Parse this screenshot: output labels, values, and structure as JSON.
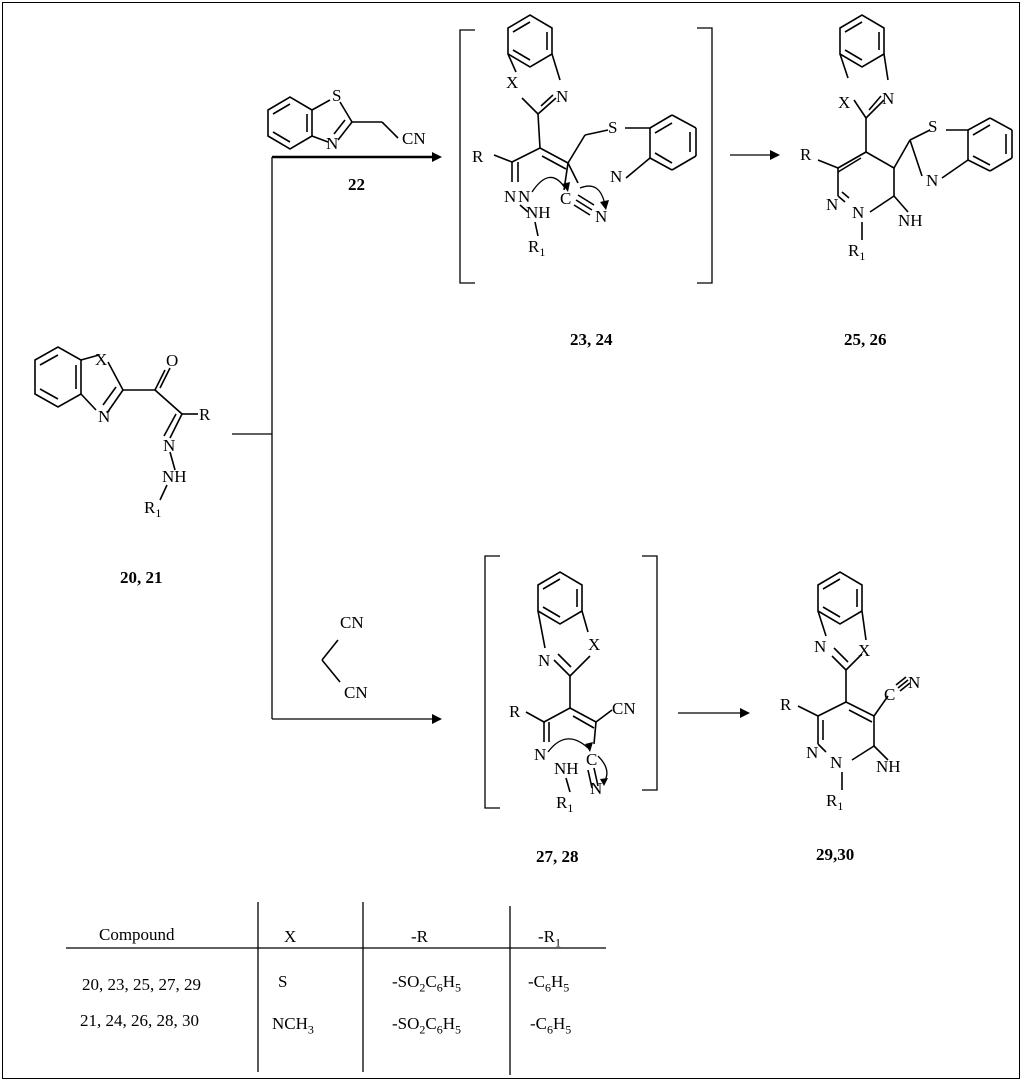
{
  "compounds": {
    "start": "20, 21",
    "reagent_22": "22",
    "intermediate_top": "23, 24",
    "product_top": "25, 26",
    "intermediate_bottom": "27, 28",
    "product_bottom": "29,30"
  },
  "atoms": {
    "X": "X",
    "N": "N",
    "S": "S",
    "O": "O",
    "R": "R",
    "R1_main": "R",
    "R1_sub": "1",
    "NH": "NH",
    "CN": "CN",
    "C": "C",
    "N_alt": "N"
  },
  "table": {
    "headers": [
      "Compound",
      "X",
      "-R",
      "-R1"
    ],
    "rows": [
      {
        "compound": "20, 23, 25, 27, 29",
        "x": "S",
        "r": "-SO2C6H5",
        "r1": "-C6H5"
      },
      {
        "compound": "21, 24, 26, 28, 30",
        "x": "NCH3",
        "r": "-SO2C6H5",
        "r1": "-C6H5"
      }
    ]
  }
}
